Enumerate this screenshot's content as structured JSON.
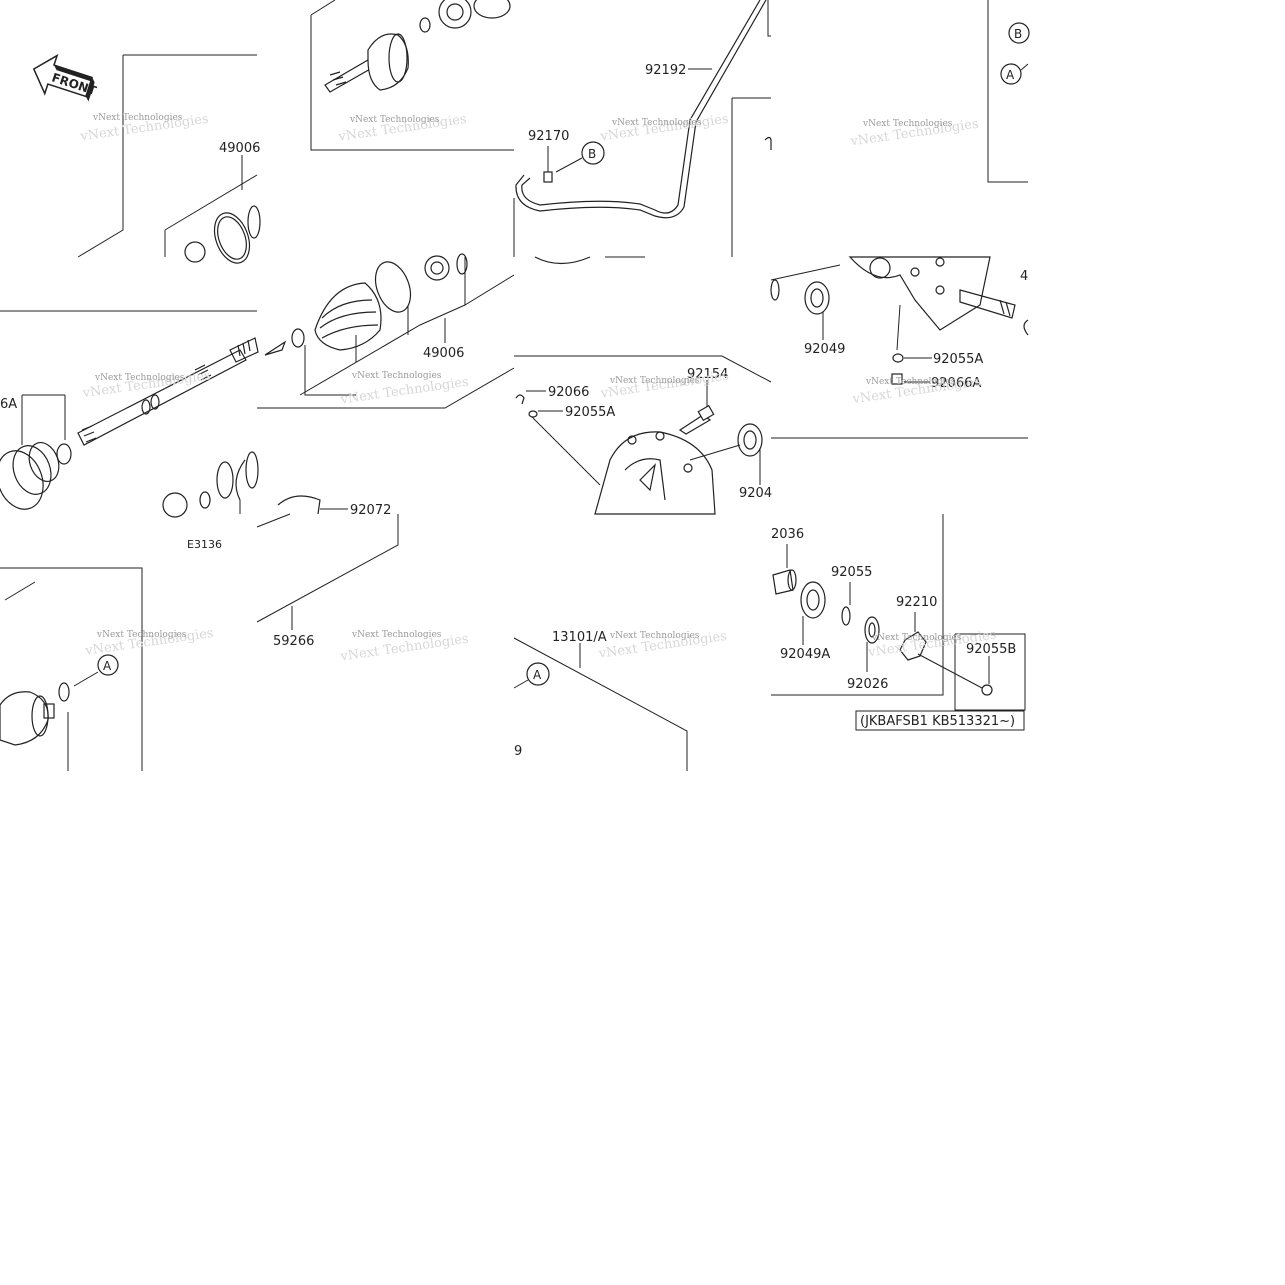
{
  "front_badge": "FRONT",
  "watermark": "vNext Technologies",
  "tiles": {
    "tl": {
      "label_49006": "49006"
    },
    "tc": {
      "label_92192": "92192",
      "label_92170": "92170",
      "ref_b": "B"
    },
    "tr": {
      "ref_b": "B",
      "ref_a": "A"
    },
    "ml": {
      "label_6a": "6A",
      "label_92072": "92072",
      "label_e3136": "E3136"
    },
    "mc": {
      "label_49006": "49006"
    },
    "mm": {
      "label_92066": "92066",
      "label_92055a": "92055A",
      "label_92154": "92154",
      "label_9204": "9204"
    },
    "mr": {
      "label_92049": "92049",
      "label_92055a": "92055A",
      "label_92066a": "92066A",
      "label_4": "4"
    },
    "bl": {
      "ref_a": "A"
    },
    "bc": {
      "label_59266": "59266"
    },
    "bm": {
      "label_13101a": "13101/A",
      "ref_a": "A",
      "label_9": "9"
    },
    "br": {
      "label_2036": "2036",
      "label_92055": "92055",
      "label_92210": "92210",
      "label_92049a": "92049A",
      "label_92026": "92026",
      "label_92055b": "92055B",
      "serial_note": "(JKBAFSB1  KB513321~)"
    }
  }
}
